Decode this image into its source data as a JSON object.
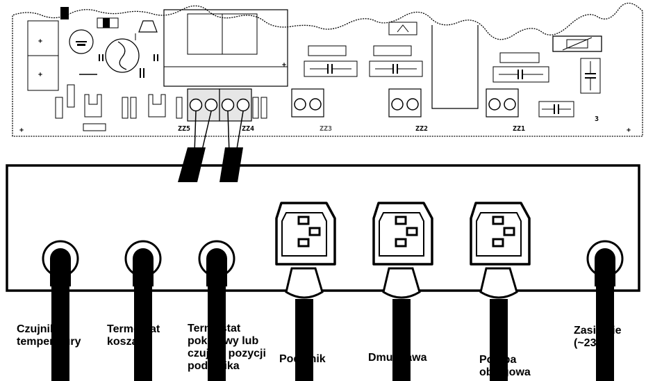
{
  "terminals": {
    "zz5": "ZZ5",
    "zz4": "ZZ4",
    "zz3": "ZZ3",
    "zz2": "ZZ2",
    "zz1": "ZZ1"
  },
  "pcb_marks": {
    "plus": "+",
    "small_3": "3"
  },
  "labels": {
    "czujnik_temp_line1": "Czujnik",
    "czujnik_temp_line2": "temperatury",
    "termostat_kosza_line1": "Termostat",
    "termostat_kosza_line2": "kosza",
    "termostat_pok_line1": "Termostat",
    "termostat_pok_line2": "pokojowy lub",
    "termostat_pok_line3": "czujnik pozycji",
    "termostat_pok_line4": "podajnika",
    "podajnik": "Podajnik",
    "dmuchawa": "Dmuchawa",
    "pompa_line1": "Pompa",
    "pompa_line2": "obiegowa",
    "zasilanie_line1": "Zasilanie",
    "zasilanie_line2": "(~230V)"
  },
  "colors": {
    "ink": "#000000",
    "paper": "#ffffff",
    "terminal_fill": "#e6e6e6"
  }
}
